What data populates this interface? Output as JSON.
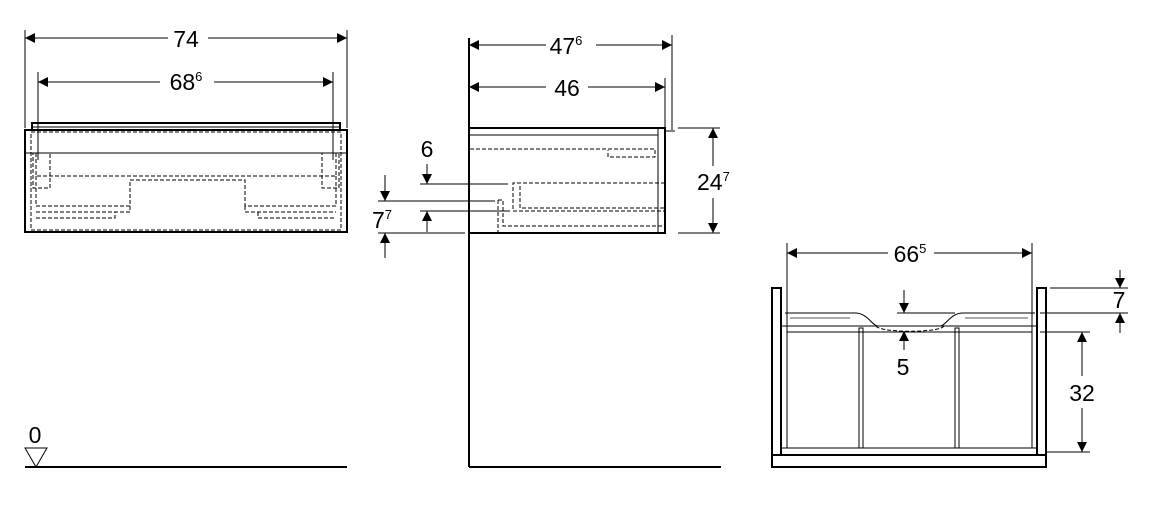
{
  "drawing": {
    "front_view": {
      "width_total": {
        "value": "74",
        "sup": ""
      },
      "width_inner": {
        "value": "68",
        "sup": "6"
      },
      "floor_level": "0"
    },
    "side_view": {
      "depth_total": {
        "value": "47",
        "sup": "6"
      },
      "depth_body": {
        "value": "46",
        "sup": ""
      },
      "height": {
        "value": "24",
        "sup": "7"
      },
      "offset_top": {
        "value": "6",
        "sup": ""
      },
      "offset_bottom": {
        "value": "7",
        "sup": "7"
      }
    },
    "detail_view": {
      "inner_width": {
        "value": "66",
        "sup": "5"
      },
      "top_gap": {
        "value": "7",
        "sup": ""
      },
      "cutout_depth": {
        "value": "5",
        "sup": ""
      },
      "drawer_height": {
        "value": "32",
        "sup": ""
      }
    }
  }
}
